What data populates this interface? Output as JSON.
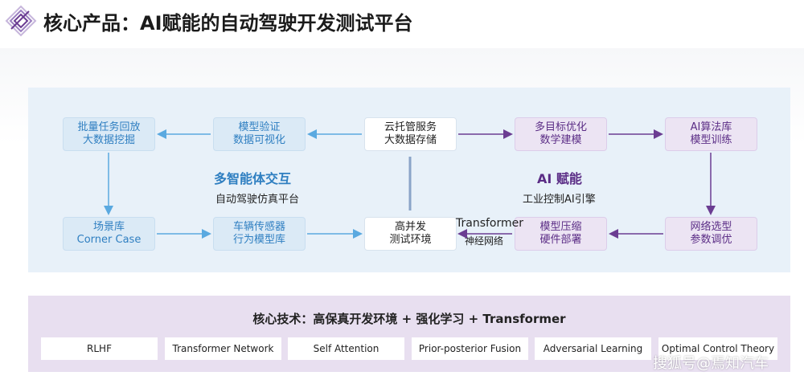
{
  "header": {
    "title": "核心产品：AI赋能的自动驾驶开发测试平台",
    "logo_icon": "layered-diamond-logo-icon"
  },
  "diagram": {
    "nodes": {
      "batch": [
        "批量任务回放",
        "大数据挖掘"
      ],
      "model_verify": [
        "模型验证",
        "数据可视化"
      ],
      "cloud": [
        "云托管服务",
        "大数据存储"
      ],
      "multi_obj": [
        "多目标优化",
        "数学建模"
      ],
      "ai_algo": [
        "AI算法库",
        "模型训练"
      ],
      "scene": [
        "场景库",
        "Corner Case"
      ],
      "vehicle": [
        "车辆传感器",
        "行为模型库"
      ],
      "concurrent": [
        "高并发",
        "测试环境"
      ],
      "compress": [
        "模型压缩",
        "硬件部署"
      ],
      "network": [
        "网络选型",
        "参数调优"
      ]
    },
    "multi_agent": {
      "title": "多智能体交互",
      "subtitle": "自动驾驶仿真平台"
    },
    "ai_enable": {
      "title": "AI 赋能",
      "subtitle": "工业控制AI引擎"
    },
    "transformer_label": {
      "title": "Transformer",
      "subtitle": "神经网络"
    },
    "colors": {
      "blue": "#2f7fc1",
      "purple": "#5b2d86",
      "arrow_blue": "#5aa9e0",
      "arrow_purple": "#6b3d92"
    }
  },
  "bottom": {
    "core_text": "核心技术：高保真开发环境 + 强化学习 + Transformer",
    "chips": [
      "RLHF",
      "Transformer Network",
      "Self Attention",
      "Prior-posterior Fusion",
      "Adversarial Learning",
      "Optimal Control Theory"
    ]
  },
  "watermark": "搜狐号@焉知汽车"
}
